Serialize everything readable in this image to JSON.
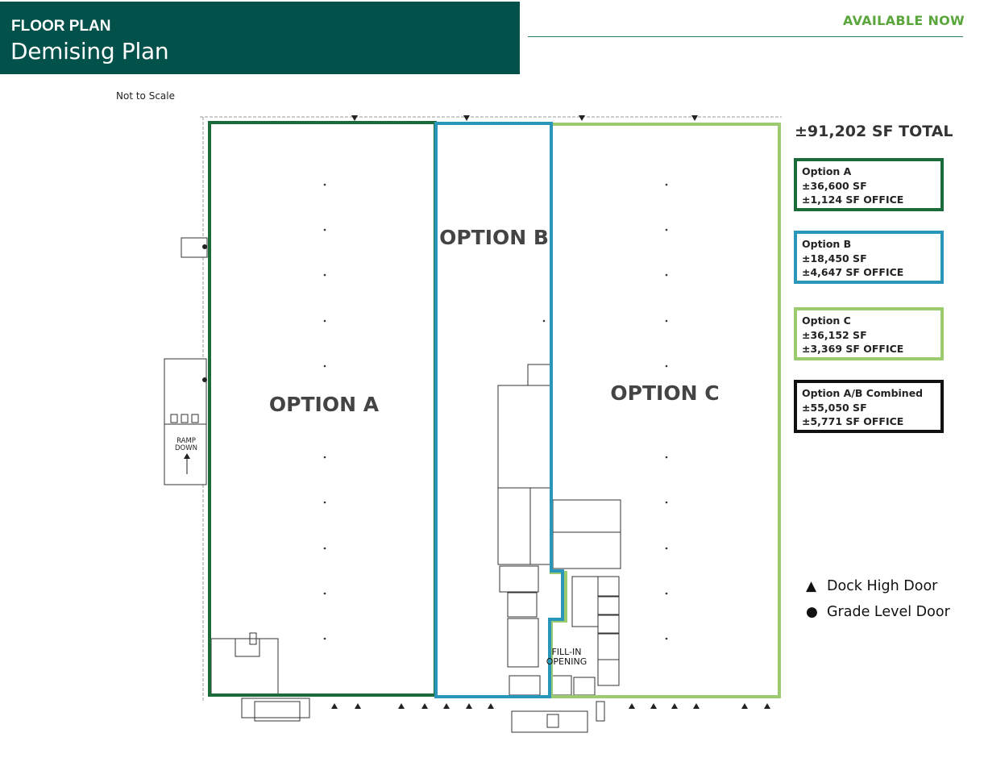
{
  "header": {
    "title": "FLOOR PLAN",
    "subtitle": "Demising Plan",
    "availability": "AVAILABLE NOW"
  },
  "scale_note": "Not to Scale",
  "plan": {
    "ramp_label_1": "RAMP",
    "ramp_label_2": "DOWN",
    "fill_in_1": "FILL-IN",
    "fill_in_2": "OPENING"
  },
  "options": [
    {
      "label": "OPTION A",
      "color": "#1b6b3a"
    },
    {
      "label": "OPTION B",
      "color": "#2996ba"
    },
    {
      "label": "OPTION C",
      "color": "#9ccb6f"
    }
  ],
  "summary": {
    "total": "±91,202 SF TOTAL",
    "boxes": [
      {
        "name": "Option A",
        "area": "±36,600 SF",
        "office": "±1,124 SF OFFICE",
        "color": "#1b6b3a"
      },
      {
        "name": "Option B",
        "area": "±18,450 SF",
        "office": "±4,647 SF OFFICE",
        "color": "#2996ba"
      },
      {
        "name": "Option C",
        "area": "±36,152 SF",
        "office": "±3,369 SF OFFICE",
        "color": "#9ccb6f"
      },
      {
        "name": "Option A/B Combined",
        "area": "±55,050 SF",
        "office": "±5,771 SF OFFICE",
        "color": "#111111"
      }
    ]
  },
  "legend": {
    "dock": {
      "symbol": "▲",
      "label": "Dock High Door"
    },
    "grade": {
      "symbol": "●",
      "label": "Grade Level Door"
    }
  }
}
